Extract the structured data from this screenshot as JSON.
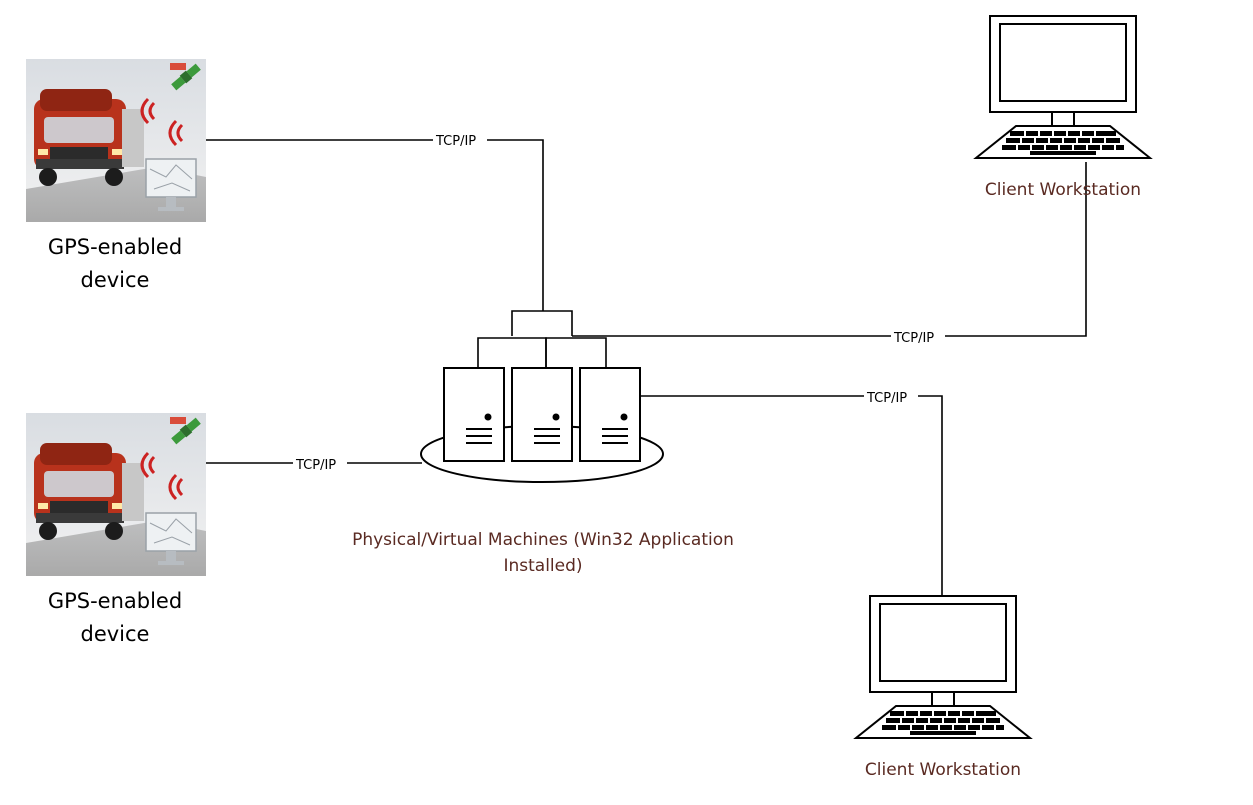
{
  "diagram": {
    "gps_device_top": {
      "label_line1": "GPS-enabled",
      "label_line2": "device",
      "icon": "gps-truck-icon"
    },
    "gps_device_bottom": {
      "label_line1": "GPS-enabled",
      "label_line2": "device",
      "icon": "gps-truck-icon"
    },
    "servers": {
      "label_line1": "Physical/Virtual Machines (Win32 Application",
      "label_line2": "Installed)",
      "icon": "server-cluster-icon"
    },
    "workstation_top": {
      "label": "Client Workstation",
      "icon": "computer-workstation-icon"
    },
    "workstation_bottom": {
      "label": "Client Workstation",
      "icon": "computer-workstation-icon"
    },
    "connections": {
      "gps_top_to_servers": "TCP/IP",
      "gps_bottom_to_servers": "TCP/IP",
      "servers_to_workstation_top": "TCP/IP",
      "servers_to_workstation_bottom": "TCP/IP"
    },
    "colors": {
      "label_brown": "#5a2a22",
      "truck_red": "#b8321c",
      "satellite_green": "#3c9a3c",
      "signal_red": "#cc2222"
    }
  }
}
